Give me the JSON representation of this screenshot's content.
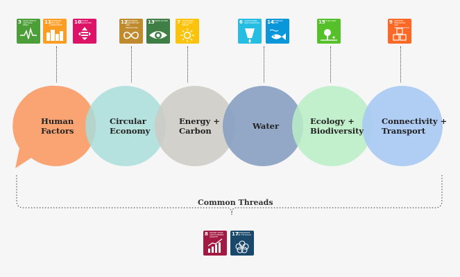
{
  "sdg_top": [
    {
      "number": "3",
      "label": "GOOD HEALTH AND WELL-BEING",
      "color": "#4c9f38",
      "icon": "heartbeat-icon"
    },
    {
      "number": "11",
      "label": "SUSTAINABLE CITIES AND COMMUNITIES",
      "color": "#fd9d24",
      "icon": "city-icon"
    },
    {
      "number": "10",
      "label": "REDUCED INEQUALITIES",
      "color": "#dd1367",
      "icon": "equality-icon"
    },
    {
      "number": "12",
      "label": "RESPONSIBLE CONSUMPTION AND PRODUCTION",
      "color": "#bf8b2e",
      "icon": "infinity-icon"
    },
    {
      "number": "13",
      "label": "CLIMATE ACTION",
      "color": "#3f7e44",
      "icon": "eye-globe-icon"
    },
    {
      "number": "7",
      "label": "AFFORDABLE AND CLEAN ENERGY",
      "color": "#fcc30b",
      "icon": "sun-icon"
    },
    {
      "number": "6",
      "label": "CLEAN WATER AND SANITATION",
      "color": "#26bde2",
      "icon": "water-drop-icon"
    },
    {
      "number": "14",
      "label": "LIFE BELOW WATER",
      "color": "#0a97d9",
      "icon": "fish-icon"
    },
    {
      "number": "15",
      "label": "LIFE ON LAND",
      "color": "#56c02b",
      "icon": "tree-icon"
    },
    {
      "number": "9",
      "label": "INDUSTRY, INNOVATION AND INFRASTRUCTURE",
      "color": "#fd6925",
      "icon": "cubes-icon"
    }
  ],
  "themes": [
    {
      "label": "Human\nFactors",
      "color": "#f9a472"
    },
    {
      "label": "Circular\nEconomy",
      "color": "#a9dedb"
    },
    {
      "label": "Energy +\nCarbon",
      "color": "#cdcac4"
    },
    {
      "label": "Water",
      "color": "#8aa0c2"
    },
    {
      "label": "Ecology +\nBiodiversity",
      "color": "#b8eec6"
    },
    {
      "label": "Connectivity +\nTransport",
      "color": "#a9c9f4"
    }
  ],
  "common_threads": {
    "label": "Common Threads"
  },
  "sdg_bottom": [
    {
      "number": "8",
      "label": "DECENT WORK AND ECONOMIC GROWTH",
      "color": "#a21942",
      "icon": "growth-chart-icon"
    },
    {
      "number": "17",
      "label": "PARTNERSHIPS FOR THE GOALS",
      "color": "#19486a",
      "icon": "partnership-rings-icon"
    }
  ]
}
